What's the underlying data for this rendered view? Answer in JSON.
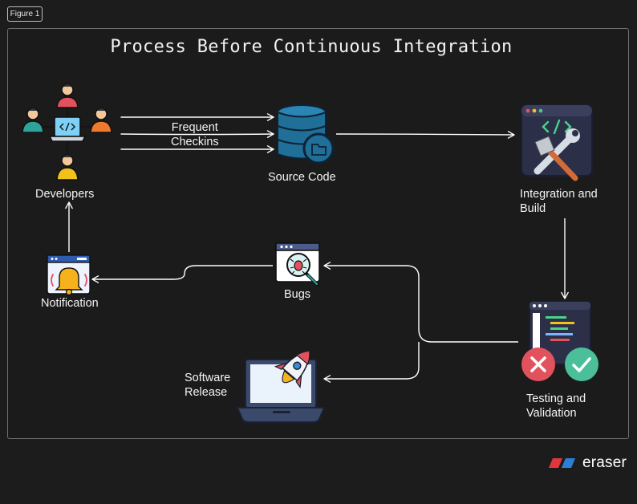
{
  "figure_label": "Figure 1",
  "title": "Process Before Continuous Integration",
  "nodes": {
    "developers": "Developers",
    "source_code": "Source Code",
    "integration": "Integration and\nBuild",
    "testing": "Testing and\nValidation",
    "bugs": "Bugs",
    "notification": "Notification",
    "release": "Software\nRelease"
  },
  "edges": {
    "checkins": "Frequent\nCheckins"
  },
  "brand": "eraser",
  "colors": {
    "background": "#1c1c1c",
    "arrow": "#ffffff",
    "database": "#1f6f99",
    "accent_green": "#4bbf9a",
    "accent_red": "#e2525c"
  }
}
